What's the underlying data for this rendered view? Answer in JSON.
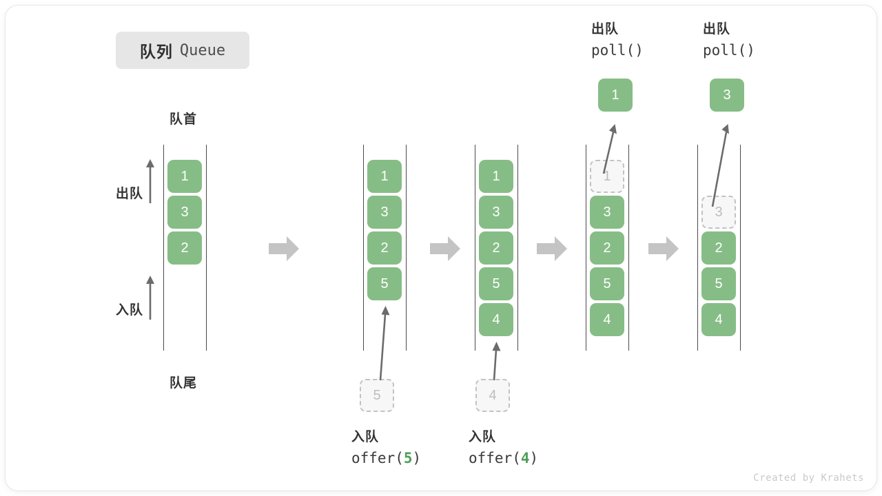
{
  "title": {
    "cn": "队列",
    "en": "Queue"
  },
  "captions": {
    "head": "队首",
    "tail": "队尾"
  },
  "side_labels": {
    "poll": "出队",
    "offer": "入队"
  },
  "colors": {
    "box_fill": "#86bd86",
    "box_text": "#ffffff",
    "ghost_fill": "#f7f7f7",
    "ghost_border": "#c2c2c2",
    "ghost_text": "#bdbdbd",
    "rail": "#4a4a4a",
    "arrow": "#6b6b6b",
    "step_arrow": "#c4c4c4",
    "accent_green": "#4e9e59",
    "badge_bg": "#e6e6e6",
    "text": "#333333"
  },
  "columns": [
    {
      "id": "initial",
      "items": [
        "1",
        "3",
        "2"
      ],
      "ghost_index": -1
    },
    {
      "id": "after-offer-5",
      "items": [
        "1",
        "3",
        "2",
        "5"
      ],
      "ghost_index": -1,
      "incoming": {
        "value": "5",
        "label_cn": "入队",
        "fn": "offer(",
        "arg": "5",
        "fn_close": ")"
      }
    },
    {
      "id": "after-offer-4",
      "items": [
        "1",
        "3",
        "2",
        "5",
        "4"
      ],
      "ghost_index": -1,
      "incoming": {
        "value": "4",
        "label_cn": "入队",
        "fn": "offer(",
        "arg": "4",
        "fn_close": ")"
      }
    },
    {
      "id": "poll-1",
      "items": [
        "1",
        "3",
        "2",
        "5",
        "4"
      ],
      "ghost_index": 0,
      "outgoing": {
        "value": "1",
        "label_cn": "出队",
        "fn": "poll()"
      }
    },
    {
      "id": "poll-3",
      "items": [
        "3",
        "2",
        "5",
        "4"
      ],
      "ghost_index": 0,
      "ghost_offset_slots": 1,
      "outgoing": {
        "value": "3",
        "label_cn": "出队",
        "fn": "poll()"
      }
    }
  ],
  "watermark": "Created by Krahets"
}
